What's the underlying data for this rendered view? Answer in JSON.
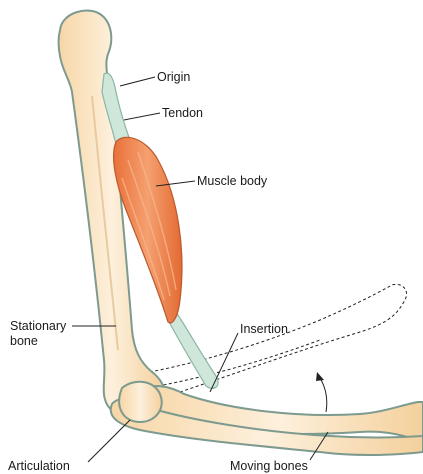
{
  "labels": {
    "origin": "Origin",
    "tendon": "Tendon",
    "muscle_body": "Muscle body",
    "stationary_bone_line1": "Stationary",
    "stationary_bone_line2": "bone",
    "insertion": "Insertion",
    "articulation": "Articulation",
    "moving_bones": "Moving bones"
  },
  "colors": {
    "bone_fill": "#fbe3bd",
    "bone_outline": "#7d9a8e",
    "tendon": "#cfe6da",
    "muscle": "#f08a55"
  }
}
